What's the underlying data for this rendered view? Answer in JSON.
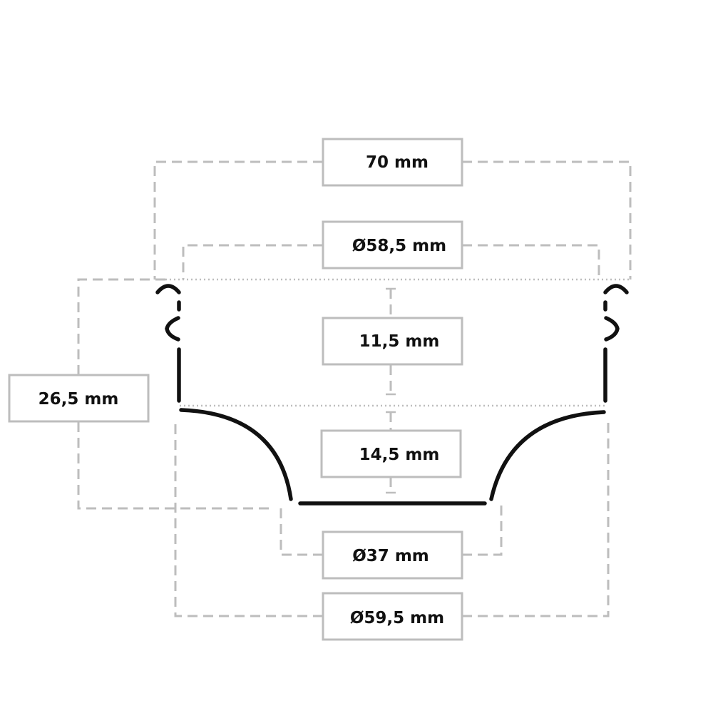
{
  "labels": {
    "total_width": "70 mm",
    "top_diameter": "Ø58,5 mm",
    "upper_height": "11,5 mm",
    "total_height": "26,5 mm",
    "lower_height": "14,5 mm",
    "bottom_diameter": "Ø37 mm",
    "outer_diameter": "Ø59,5 mm"
  },
  "colors": {
    "outline": "#111111",
    "dimension_lines": "#bdbdbd"
  }
}
